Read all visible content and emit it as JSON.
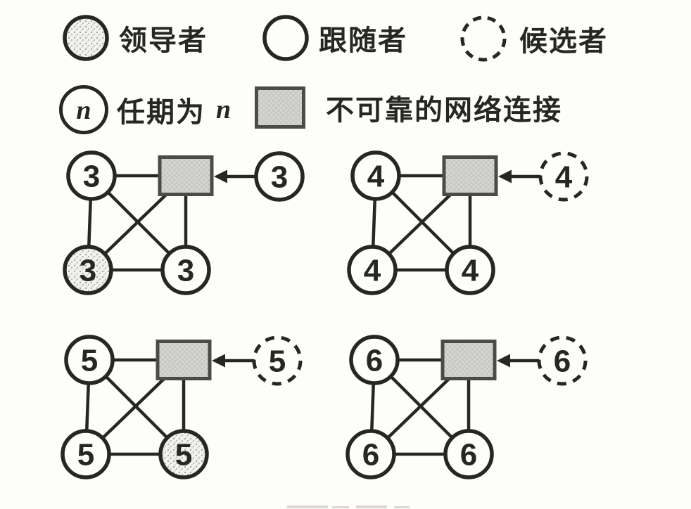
{
  "figure": {
    "type": "raft-network-partition-diagram",
    "colors": {
      "background": "#fdfdfb",
      "ink": "#262624",
      "square_border": "#4b4b49",
      "square_fill": "#d6d6d3",
      "leader_fill": "#f2f2ef"
    }
  },
  "legend": {
    "items": [
      {
        "id": "leader",
        "label": "领导者"
      },
      {
        "id": "follower",
        "label": "跟随者"
      },
      {
        "id": "candidate",
        "label": "候选者"
      },
      {
        "id": "term",
        "label": "任期为",
        "symbol": "n",
        "suffix": "n"
      },
      {
        "id": "unreliable-link",
        "label": "不可靠的网络连接"
      }
    ]
  },
  "diagrams": [
    {
      "id": "term-3",
      "nodes": {
        "top_left": {
          "value": "3",
          "role": "follower"
        },
        "bottom_left": {
          "value": "3",
          "role": "leader"
        },
        "bottom_right": {
          "value": "3",
          "role": "follower"
        },
        "external": {
          "value": "3",
          "role": "follower"
        }
      }
    },
    {
      "id": "term-4",
      "nodes": {
        "top_left": {
          "value": "4",
          "role": "follower"
        },
        "bottom_left": {
          "value": "4",
          "role": "follower"
        },
        "bottom_right": {
          "value": "4",
          "role": "follower"
        },
        "external": {
          "value": "4",
          "role": "candidate"
        }
      }
    },
    {
      "id": "term-5",
      "nodes": {
        "top_left": {
          "value": "5",
          "role": "follower"
        },
        "bottom_left": {
          "value": "5",
          "role": "follower"
        },
        "bottom_right": {
          "value": "5",
          "role": "leader"
        },
        "external": {
          "value": "5",
          "role": "candidate"
        }
      }
    },
    {
      "id": "term-6",
      "nodes": {
        "top_left": {
          "value": "6",
          "role": "follower"
        },
        "bottom_left": {
          "value": "6",
          "role": "follower"
        },
        "bottom_right": {
          "value": "6",
          "role": "follower"
        },
        "external": {
          "value": "6",
          "role": "candidate"
        }
      }
    }
  ]
}
